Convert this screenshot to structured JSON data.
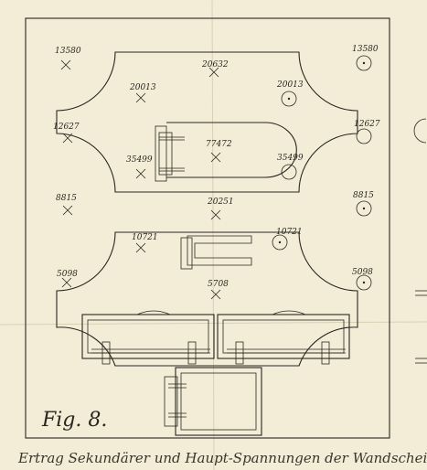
{
  "figure": {
    "label": "Fig. 8.",
    "caption": "Ertrag Sekundärer und Haupt-Spannungen der Wandscheibe"
  },
  "upper_plate": {
    "labels": {
      "top_left": "13580",
      "top_right": "13580",
      "top_center": "20632",
      "inner_left": "20013",
      "inner_right": "20013",
      "mid_left": "12627",
      "mid_right": "12627",
      "center": "77472",
      "lower_left": "35499",
      "lower_right": "35499"
    }
  },
  "between": {
    "labels": {
      "left": "8815",
      "center": "20251",
      "right": "8815"
    }
  },
  "lower_plate": {
    "labels": {
      "inner_left": "10721",
      "inner_right": "10721",
      "side_left": "5098",
      "side_right": "5098",
      "center": "5708"
    }
  }
}
